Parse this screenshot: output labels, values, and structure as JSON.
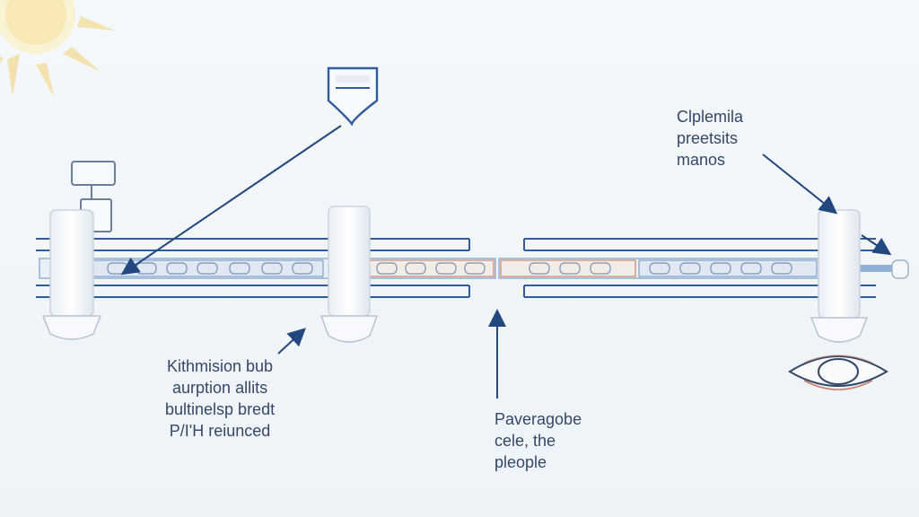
{
  "colors": {
    "background": "#f3f7fa",
    "pipe_stroke": "#2f5d9b",
    "arrow": "#23477f",
    "text": "#34486a",
    "sun": "#f6e4a8",
    "seal_accent": "#c9806a"
  },
  "icons": [
    "sun-icon",
    "shield-icon",
    "eye-icon",
    "valve-icon"
  ],
  "labels": {
    "top_right": [
      "Clplemila",
      "preetsits",
      "manos"
    ],
    "bottom_left": [
      "Kithmision bub",
      "aurption allits",
      "bultinelsp bredt",
      "P/I'H reiunced"
    ],
    "bottom_center": [
      "Paveragobe",
      "cele, the",
      "pleople"
    ]
  }
}
